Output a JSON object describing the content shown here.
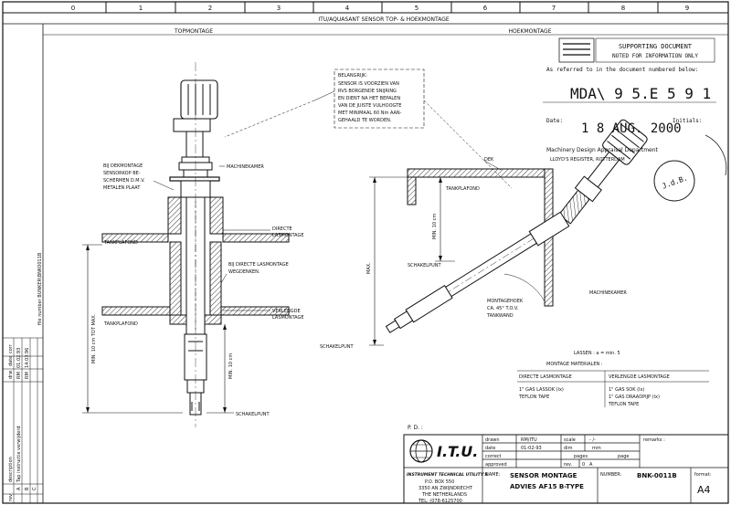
{
  "column_markers": [
    "0",
    "1",
    "2",
    "3",
    "4",
    "5",
    "6",
    "7",
    "8",
    "9"
  ],
  "header": {
    "title": "ITU/AQUASANT SENSOR TOP- & HOEKMONTAGE",
    "section_left": "TOPMONTAGE",
    "section_right": "HOEKMONTAGE"
  },
  "note": {
    "title": "BELANGRIJK:",
    "lines": [
      "SENSOR IS VOORZIEN VAN",
      "RVS BORGENDE SNIJRING",
      "EN DIENT NA HET BEPALEN",
      "VAN DE JUISTE VULHOOGTE",
      "MET MINIMAAL 60 Nm AAN-",
      "GEHAALD TE WORDEN."
    ]
  },
  "left_labels": {
    "dekmontage": [
      "BIJ DEKMONTAGE",
      "SENSORKOP BE-",
      "SCHERMEN D.M.V.",
      "METALEN PLAAT"
    ],
    "machinekamer": "MACHINEKAMER",
    "directe": [
      "DIRECTE",
      "LASMONTAGE"
    ],
    "tankplafond": "TANKPLAFOND",
    "bij_directe": [
      "BIJ DIRECTE LASMONTAGE",
      "WEGDENKEN."
    ],
    "tankplafond2": "TANKPLAFOND",
    "verlengde": [
      "VERLENGDE",
      "LASMONTAGE"
    ],
    "dim_tot": "MIN. 10 cm TOT MAX.",
    "dim_10": "MIN. 10 cm",
    "schakelpunt": "SCHAKELPUNT"
  },
  "right_labels": {
    "dek": "DEK",
    "tankplafond": "TANKPLAFOND",
    "dim_10": "MIN. 10 cm",
    "max": "MAX.",
    "schakelpunt1": "SCHAKELPUNT",
    "montagehoek": [
      "MONTAGEHOEK",
      "CA. 45° T.O.V.",
      "TANKWAND"
    ],
    "machinekamer": "MACHINEKAMER",
    "schakelpunt2": "SCHAKELPUNT"
  },
  "stamp": {
    "heading": "SUPPORTING DOCUMENT",
    "subheading": "NOTED FOR INFORMATION ONLY",
    "referred": "As referred to in the document numbered below:",
    "number": "MDA\\ 9 5.E 5 9 1",
    "date_label": "Date:",
    "initials_label": "Initials:",
    "date_value": "1 8 AUG. 2000",
    "dept": "Machinery Design Appraisal Department",
    "register": "LLOYD'S REGISTER, ROTTERDAM",
    "seal": "J.d.B."
  },
  "welding": {
    "lassen": "LASSEN : a = min. 5",
    "materialen": "MONTAGE MATERIALEN :",
    "col_directe": "DIRECTE LASMONTAGE",
    "col_verlengde": "VERLENGDE LASMONTAGE",
    "directe_items": [
      "1\" GAS LASSOK (lx)",
      "TEFLON TAPE"
    ],
    "verlengde_items": [
      "1\" GAS SOK (lx)",
      "1\" GAS DRAADPIJP (lx)",
      "TEFLON TAPE"
    ]
  },
  "revision_block": {
    "rows": [
      {
        "rev": "C",
        "description": "",
        "drw": "",
        "date": "",
        "corr": ""
      },
      {
        "rev": "B",
        "description": "file number BUNKER\\BNK0011B",
        "drw": "RM",
        "date": "14.03.96",
        "corr": ""
      },
      {
        "rev": "A",
        "description": "Tap instructie verwijderd",
        "drw": "RM",
        "date": "01.02.93",
        "corr": ""
      }
    ],
    "headers": [
      "rev",
      "description",
      "drw",
      "date",
      "corr"
    ]
  },
  "pd_label": "P. D. :",
  "title_block": {
    "logo_text": "I.T.U.",
    "company": "INSTRUMENT TECHNICAL UTILITY'S",
    "address": [
      "P.O. BOX 550",
      "3350 AN ZWIJNDRECHT",
      "THE NETHERLANDS",
      "TEL: (078-6125700"
    ],
    "drawn_label": "drawn",
    "drawn_value": "RM/ITU",
    "date_label": "date",
    "date_value": "01-02-93",
    "correct_label": "correct",
    "approved_label": "approved",
    "scale_label": "scale",
    "scale_value": "- /-",
    "dim_label": "dim",
    "dim_value": "mm",
    "pages_label": "pages",
    "page_label": "page",
    "rev_label": "rev.",
    "rev_values": [
      "0",
      "A"
    ],
    "remarks_label": "remarks :",
    "name_label": "NAME:",
    "name_lines": [
      "SENSOR MONTAGE",
      "ADVIES AF15 B-TYPE"
    ],
    "number_label": "NUMBER:",
    "number_value": "BNK-0011B",
    "format_label": "format:",
    "format_value": "A4"
  }
}
